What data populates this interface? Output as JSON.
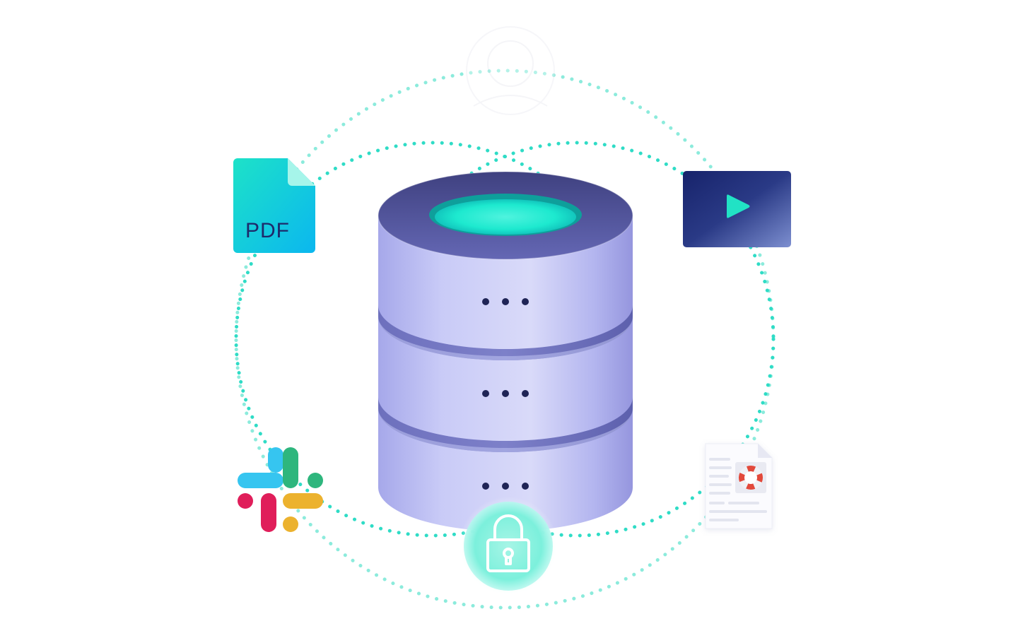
{
  "illustration": {
    "pdf_card": {
      "label": "PDF",
      "icon": "pdf-file-icon"
    },
    "video_card": {
      "icon": "play-icon"
    },
    "doc_card": {
      "icon": "lifebuoy-document-icon"
    },
    "slack_logo": {
      "icon": "slack-logo",
      "colors": [
        "#36c5f0",
        "#2eb67d",
        "#e01e5a",
        "#ecb22e"
      ]
    },
    "top_avatar": {
      "icon": "user-avatar-icon"
    },
    "lock_badge": {
      "icon": "lock-icon"
    },
    "database": {
      "icon": "database-icon",
      "tiers": 3,
      "indicator": "three-dots"
    },
    "colors": {
      "accent": "#1de9cf",
      "orbit": "#5fe3cf",
      "cylinder": "#c7c9f3",
      "cylinder_dark": "#5b5ea6",
      "video_bg": "#1d2b6b"
    }
  }
}
